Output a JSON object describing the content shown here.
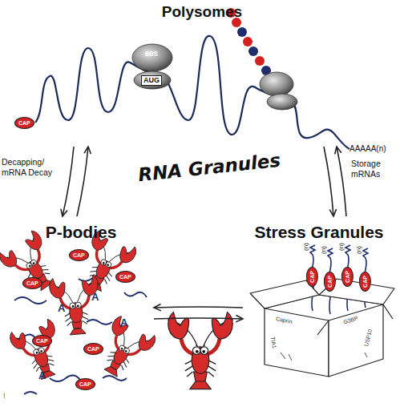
{
  "diagram": {
    "nodes": [
      {
        "text": [
          "Polysomes"
        ]
      },
      {
        "text": [
          "P-bodies"
        ]
      },
      {
        "text": [
          "Stress Granules"
        ]
      }
    ],
    "edges": [
      {
        "from": 0,
        "to": 1,
        "arrow": "to",
        "label": "Decapping/ mRNA Decay"
      },
      {
        "from": 1,
        "to": 0,
        "arrow": "to"
      },
      {
        "from": 0,
        "to": 2,
        "arrow": "to",
        "label": "Storage mRNAs"
      },
      {
        "from": 2,
        "to": 0,
        "arrow": "to"
      },
      {
        "from": 2,
        "to": 1,
        "arrow": "to"
      },
      {
        "from": 1,
        "to": 2,
        "arrow": "to"
      }
    ],
    "labels": [
      "RNA Granules",
      "CAP",
      "60S",
      "AUG",
      "AAAAA(n)",
      "CAP",
      "CAP",
      "CAP",
      "CAP",
      "CAP",
      "CAP",
      "A",
      "A",
      "A",
      "A",
      "(n)",
      "(n)",
      "(n)",
      "(n)",
      "CAP",
      "CAP",
      "CAP",
      "CAP",
      "Caprin",
      "G3BP",
      "TIA1",
      "USP10",
      "!"
    ]
  }
}
